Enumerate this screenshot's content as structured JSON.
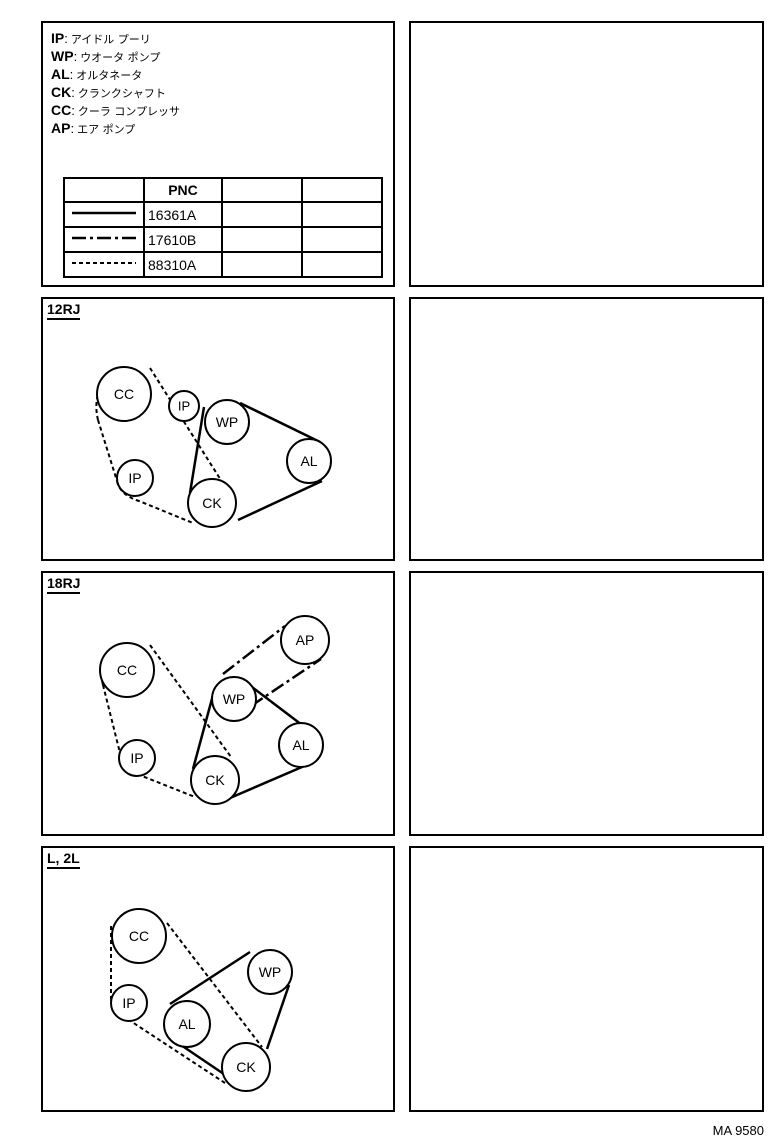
{
  "legend": {
    "items": [
      {
        "abbr": "IP",
        "name": "アイドル プーリ"
      },
      {
        "abbr": "WP",
        "name": "ウオータ ポンプ"
      },
      {
        "abbr": "AL",
        "name": "オルタネータ"
      },
      {
        "abbr": "CK",
        "name": "クランクシャフト"
      },
      {
        "abbr": "CC",
        "name": "クーラ コンプレッサ"
      },
      {
        "abbr": "AP",
        "name": "エア ポンプ"
      }
    ],
    "table": {
      "header": "PNC",
      "rows": [
        {
          "line": "solid",
          "pnc": "16361A"
        },
        {
          "line": "dash-dot",
          "pnc": "17610B"
        },
        {
          "line": "dashed",
          "pnc": "88310A"
        }
      ]
    }
  },
  "diagrams": [
    {
      "label": "12RJ",
      "pulleys": [
        {
          "id": "CC",
          "label": "CC"
        },
        {
          "id": "IP1",
          "label": "IP"
        },
        {
          "id": "WP",
          "label": "WP"
        },
        {
          "id": "AL",
          "label": "AL"
        },
        {
          "id": "IP2",
          "label": "IP"
        },
        {
          "id": "CK",
          "label": "CK"
        }
      ]
    },
    {
      "label": "18RJ",
      "pulleys": [
        {
          "id": "AP",
          "label": "AP"
        },
        {
          "id": "CC",
          "label": "CC"
        },
        {
          "id": "WP",
          "label": "WP"
        },
        {
          "id": "AL",
          "label": "AL"
        },
        {
          "id": "IP",
          "label": "IP"
        },
        {
          "id": "CK",
          "label": "CK"
        }
      ]
    },
    {
      "label": "L, 2L",
      "pulleys": [
        {
          "id": "CC",
          "label": "CC"
        },
        {
          "id": "WP",
          "label": "WP"
        },
        {
          "id": "IP",
          "label": "IP"
        },
        {
          "id": "AL",
          "label": "AL"
        },
        {
          "id": "CK",
          "label": "CK"
        }
      ]
    }
  ],
  "figure_code": "MA 9580"
}
